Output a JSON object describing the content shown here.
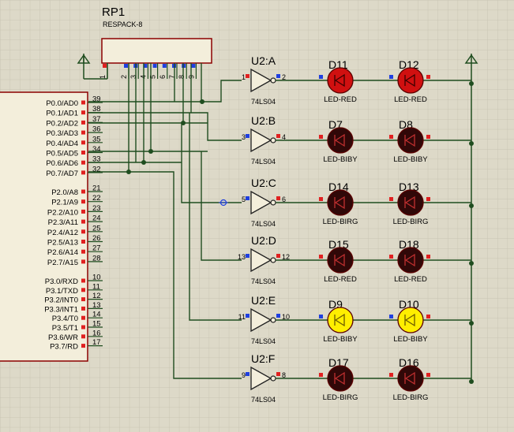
{
  "resistor_pack": {
    "ref": "RP1",
    "value": "RESPACK-8",
    "pins": [
      "1",
      "2",
      "3",
      "4",
      "5",
      "6",
      "7",
      "8",
      "9"
    ]
  },
  "mcu": {
    "ports_p0": [
      {
        "name": "P0.0/AD0",
        "pin": "39"
      },
      {
        "name": "P0.1/AD1",
        "pin": "38"
      },
      {
        "name": "P0.2/AD2",
        "pin": "37"
      },
      {
        "name": "P0.3/AD3",
        "pin": "36"
      },
      {
        "name": "P0.4/AD4",
        "pin": "35"
      },
      {
        "name": "P0.5/AD5",
        "pin": "34"
      },
      {
        "name": "P0.6/AD6",
        "pin": "33"
      },
      {
        "name": "P0.7/AD7",
        "pin": "32"
      }
    ],
    "ports_p2": [
      {
        "name": "P2.0/A8",
        "pin": "21"
      },
      {
        "name": "P2.1/A9",
        "pin": "22"
      },
      {
        "name": "P2.2/A10",
        "pin": "23"
      },
      {
        "name": "P2.3/A11",
        "pin": "24"
      },
      {
        "name": "P2.4/A12",
        "pin": "25"
      },
      {
        "name": "P2.5/A13",
        "pin": "26"
      },
      {
        "name": "P2.6/A14",
        "pin": "27"
      },
      {
        "name": "P2.7/A15",
        "pin": "28"
      }
    ],
    "ports_p3": [
      {
        "name": "P3.0/RXD",
        "pin": "10"
      },
      {
        "name": "P3.1/TXD",
        "pin": "11"
      },
      {
        "name": "P3.2/INT0",
        "pin": "12"
      },
      {
        "name": "P3.3/INT1",
        "pin": "13"
      },
      {
        "name": "P3.4/T0",
        "pin": "14"
      },
      {
        "name": "P3.5/T1",
        "pin": "15"
      },
      {
        "name": "P3.6/WR",
        "pin": "16"
      },
      {
        "name": "P3.7/RD",
        "pin": "17"
      }
    ]
  },
  "inverters": [
    {
      "ref": "U2:A",
      "part": "74LS04",
      "in_pin": "1",
      "out_pin": "2"
    },
    {
      "ref": "U2:B",
      "part": "74LS04",
      "in_pin": "3",
      "out_pin": "4"
    },
    {
      "ref": "U2:C",
      "part": "74LS04",
      "in_pin": "5",
      "out_pin": "6"
    },
    {
      "ref": "U2:D",
      "part": "74LS04",
      "in_pin": "13",
      "out_pin": "12"
    },
    {
      "ref": "U2:E",
      "part": "74LS04",
      "in_pin": "11",
      "out_pin": "10"
    },
    {
      "ref": "U2:F",
      "part": "74LS04",
      "in_pin": "9",
      "out_pin": "8"
    }
  ],
  "leds": [
    {
      "ref": "D11",
      "type": "LED-RED",
      "state": "lit",
      "color": "#d01010"
    },
    {
      "ref": "D12",
      "type": "LED-RED",
      "state": "lit",
      "color": "#d01010"
    },
    {
      "ref": "D7",
      "type": "LED-BIBY",
      "state": "off",
      "color": "#300808"
    },
    {
      "ref": "D8",
      "type": "LED-BIBY",
      "state": "off",
      "color": "#300808"
    },
    {
      "ref": "D14",
      "type": "LED-BIRG",
      "state": "off",
      "color": "#300808"
    },
    {
      "ref": "D13",
      "type": "LED-BIRG",
      "state": "off",
      "color": "#300808"
    },
    {
      "ref": "D15",
      "type": "LED-RED",
      "state": "off",
      "color": "#300808"
    },
    {
      "ref": "D18",
      "type": "LED-RED",
      "state": "off",
      "color": "#300808"
    },
    {
      "ref": "D9",
      "type": "LED-BIBY",
      "state": "lit",
      "color": "#ffee00"
    },
    {
      "ref": "D10",
      "type": "LED-BIBY",
      "state": "lit",
      "color": "#ffee00"
    },
    {
      "ref": "D17",
      "type": "LED-BIRG",
      "state": "off",
      "color": "#300808"
    },
    {
      "ref": "D16",
      "type": "LED-BIRG",
      "state": "off",
      "color": "#300808"
    }
  ],
  "colors": {
    "background": "#ddd9c8",
    "grid": "#c9c5b4",
    "wire": "#1f4d1f",
    "component_outline": "#8b0000",
    "component_fill": "#f3eedb",
    "logic_low_marker": "#1f3fe0",
    "logic_high_marker": "#e02020"
  }
}
